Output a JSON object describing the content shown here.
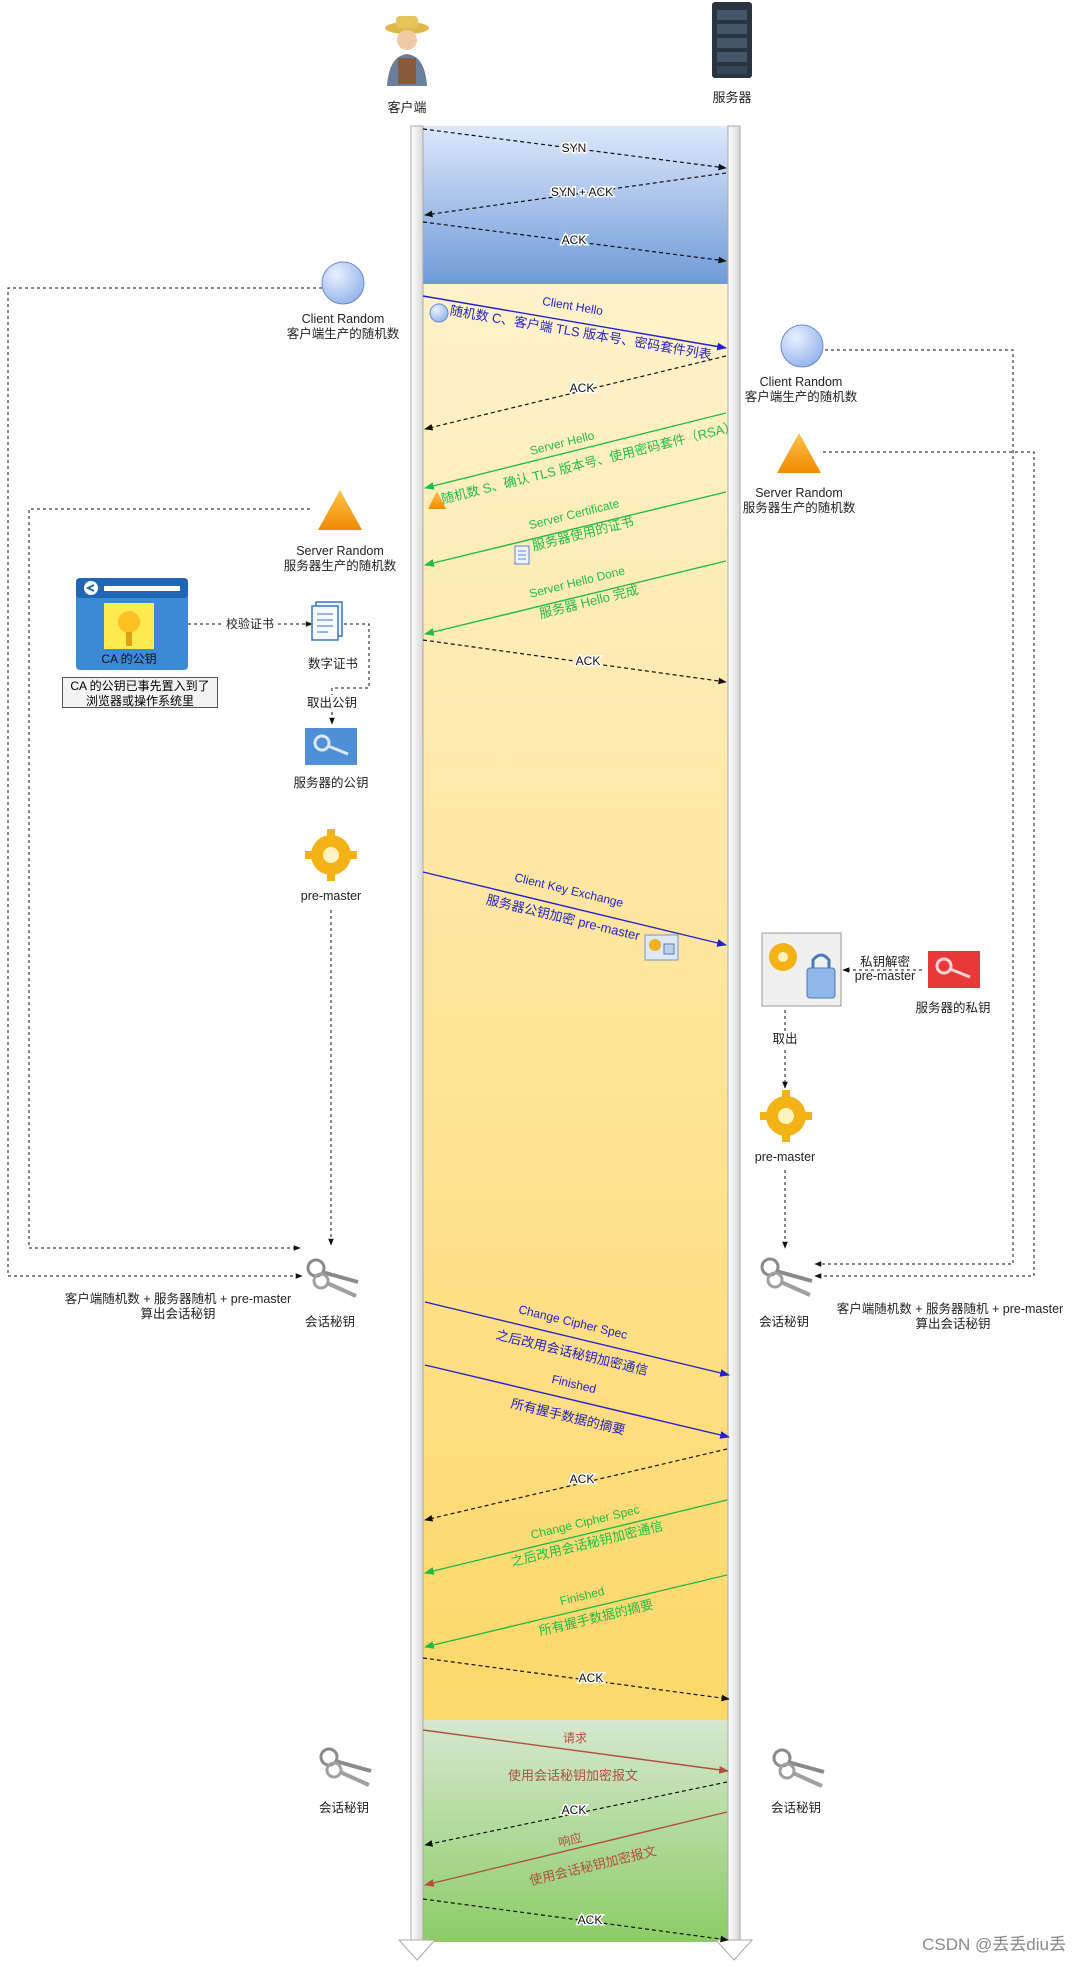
{
  "actors": {
    "client": "客户端",
    "server": "服务器"
  },
  "tcp": {
    "syn": "SYN",
    "syn_ack": "SYN + ACK",
    "ack": "ACK"
  },
  "client_side": {
    "client_random_title": "Client Random",
    "client_random_desc": "客户端生产的随机数",
    "server_random_title": "Server Random",
    "server_random_desc": "服务器生产的随机数",
    "verify_cert": "校验证书",
    "digital_cert": "数字证书",
    "extract_pubkey": "取出公钥",
    "server_pubkey": "服务器的公钥",
    "ca_title": "CA 的公钥",
    "ca_note": [
      "CA 的公钥已事先置入到了",
      "浏览器或操作系统里"
    ],
    "pre_master": "pre-master",
    "session_key": "会话秘钥",
    "calc_note": [
      "客户端随机数 + 服务器随机 +  pre-master",
      "算出会话秘钥"
    ],
    "session_key_2": "会话秘钥"
  },
  "server_side": {
    "client_random_title": "Client Random",
    "client_random_desc": "客户端生产的随机数",
    "server_random_title": "Server Random",
    "server_random_desc": "服务器生产的随机数",
    "private_decrypt": [
      "私钥解密",
      "pre-master"
    ],
    "server_private_key": "服务器的私钥",
    "extract": "取出",
    "pre_master": "pre-master",
    "session_key": "会话秘钥",
    "calc_note": [
      "客户端随机数 + 服务器随机 +  pre-master",
      "算出会话秘钥"
    ],
    "session_key_2": "会话秘钥"
  },
  "messages": {
    "client_hello": "Client Hello",
    "client_hello_desc": "随机数 C、客户端 TLS 版本号、密码套件列表",
    "ack": "ACK",
    "server_hello": "Server Hello",
    "server_hello_desc": "随机数 S、确认 TLS 版本号、使用密码套件（RSA）",
    "server_certificate": "Server Certificate",
    "server_certificate_desc": "服务器使用的证书",
    "server_hello_done": "Server Hello Done",
    "server_hello_done_desc": "服务器 Hello 完成",
    "client_key_exchange": "Client Key Exchange",
    "client_key_exchange_desc": "服务器公钥加密 pre-master",
    "change_cipher_spec": "Change Cipher Spec",
    "change_cipher_spec_desc": "之后改用会话秘钥加密通信",
    "finished": "Finished",
    "finished_desc": "所有握手数据的摘要",
    "request": "请求",
    "request_desc": "使用会话秘钥加密报文",
    "response": "响应",
    "response_desc": "使用会话秘钥加密报文"
  },
  "watermark": "CSDN @丢丢diu丢",
  "colors": {
    "client_msg": "#2222cc",
    "server_msg": "#22bb44",
    "data_msg": "#b05040",
    "ack": "#111111",
    "tcp_band": "#7ea6dd",
    "tls_band": "#fde29a",
    "data_band": "#a8d88a"
  }
}
